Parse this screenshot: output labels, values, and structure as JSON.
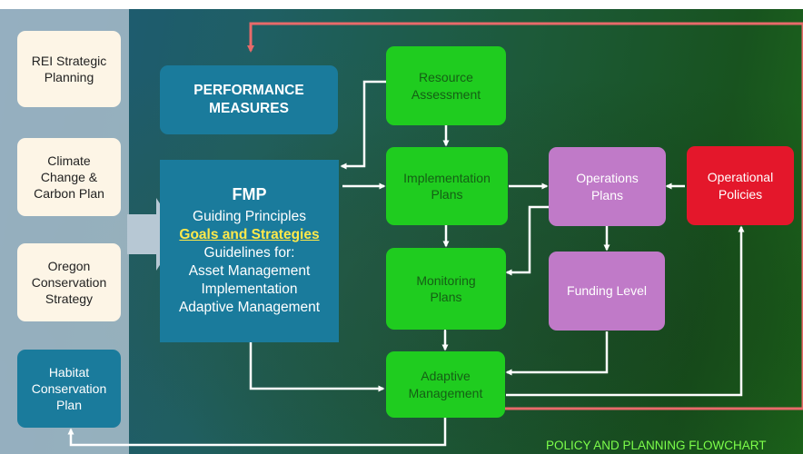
{
  "sources": {
    "rei": "REI Strategic\nPlanning",
    "climate": "Climate\nChange &\nCarbon Plan",
    "oregon": "Oregon\nConservation\nStrategy",
    "habitat": "Habitat\nConservation\nPlan"
  },
  "performance_measures": "PERFORMANCE\nMEASURES",
  "fmp": {
    "title": "FMP",
    "line1": "Guiding Principles",
    "line2": "Goals and Strategies",
    "line3": "Guidelines for:",
    "line4": "Asset Management",
    "line5": "Implementation",
    "line6": "Adaptive Management"
  },
  "process": {
    "resource": "Resource\nAssessment",
    "implementation": "Implementation\nPlans",
    "monitoring": "Monitoring\nPlans",
    "adaptive": "Adaptive\nManagement"
  },
  "operations": {
    "plans": "Operations\nPlans",
    "policies": "Operational\nPolicies",
    "funding": "Funding Level"
  },
  "footer": "POLICY AND PLANNING FLOWCHART",
  "colors": {
    "sidebar": "#aabecd",
    "cream": "#fdf5e6",
    "teal": "#1a7b9c",
    "green": "#1fcc1f",
    "purple": "#c07ac8",
    "red": "#e4172b",
    "feedback_line": "#e86a6a",
    "highlight": "#ffe94a",
    "footer_text": "#7dff4a"
  }
}
